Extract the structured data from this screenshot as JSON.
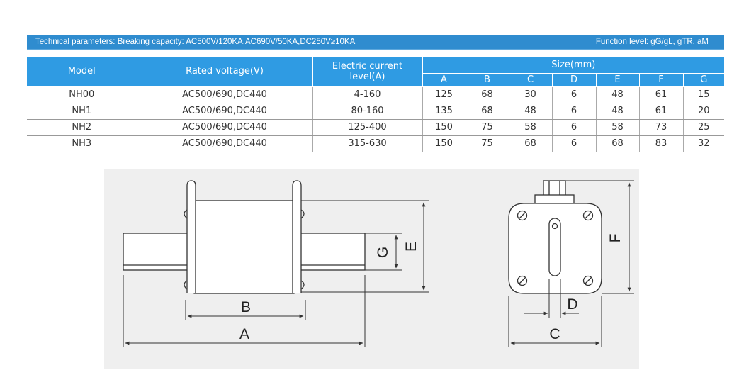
{
  "banner": {
    "left": "Technical parameters: Breaking capacity:  AC500V/120KA,AC690V/50KA,DC250V≥10KA",
    "right": "Function level: gG/gL, gTR, aM"
  },
  "table": {
    "headers": {
      "model": "Model",
      "voltage": "Rated voltage(V)",
      "current": "Electric current level(A)",
      "size": "Size(mm)",
      "dims": [
        "A",
        "B",
        "C",
        "D",
        "E",
        "F",
        "G"
      ]
    },
    "rows": [
      {
        "model": "NH00",
        "voltage": "AC500/690,DC440",
        "current": "4-160",
        "dims": [
          "125",
          "68",
          "30",
          "6",
          "48",
          "61",
          "15"
        ]
      },
      {
        "model": "NH1",
        "voltage": "AC500/690,DC440",
        "current": "80-160",
        "dims": [
          "135",
          "68",
          "48",
          "6",
          "48",
          "61",
          "20"
        ]
      },
      {
        "model": "NH2",
        "voltage": "AC500/690,DC440",
        "current": "125-400",
        "dims": [
          "150",
          "75",
          "58",
          "6",
          "58",
          "73",
          "25"
        ]
      },
      {
        "model": "NH3",
        "voltage": "AC500/690,DC440",
        "current": "315-630",
        "dims": [
          "150",
          "75",
          "68",
          "6",
          "68",
          "83",
          "32"
        ]
      }
    ]
  },
  "drawing": {
    "labels": {
      "a": "A",
      "b": "B",
      "c": "C",
      "d": "D",
      "e": "E",
      "f": "F",
      "g": "G"
    }
  }
}
